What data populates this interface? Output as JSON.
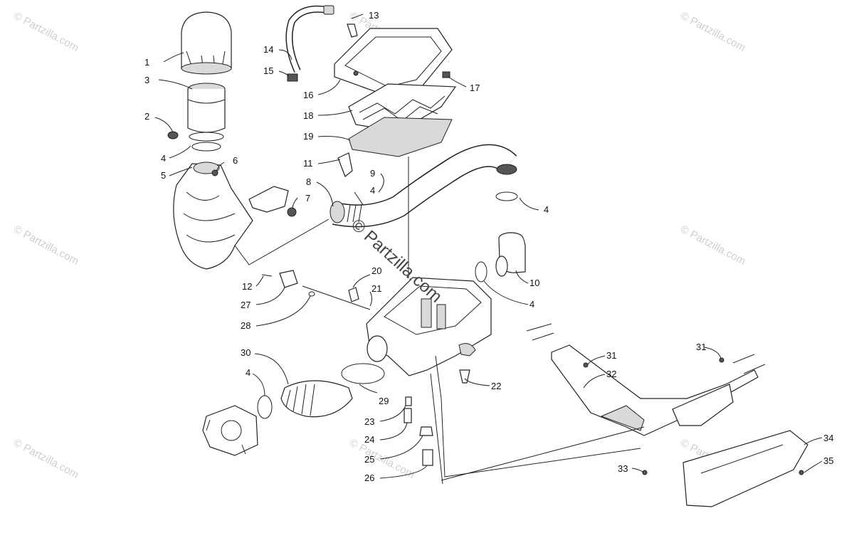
{
  "watermark": {
    "text": "© Partzilla.com",
    "center_text": "© Partzilla.com"
  },
  "callouts": [
    "1",
    "2",
    "3",
    "4",
    "5",
    "6",
    "7",
    "8",
    "9",
    "10",
    "11",
    "12",
    "13",
    "14",
    "15",
    "16",
    "17",
    "18",
    "19",
    "20",
    "21",
    "22",
    "23",
    "24",
    "25",
    "26",
    "27",
    "28",
    "29",
    "30",
    "31",
    "32",
    "33",
    "34",
    "35"
  ],
  "colors": {
    "line": "#222222",
    "shade": "#d9d9d9",
    "watermark": "#cfcfcf"
  }
}
